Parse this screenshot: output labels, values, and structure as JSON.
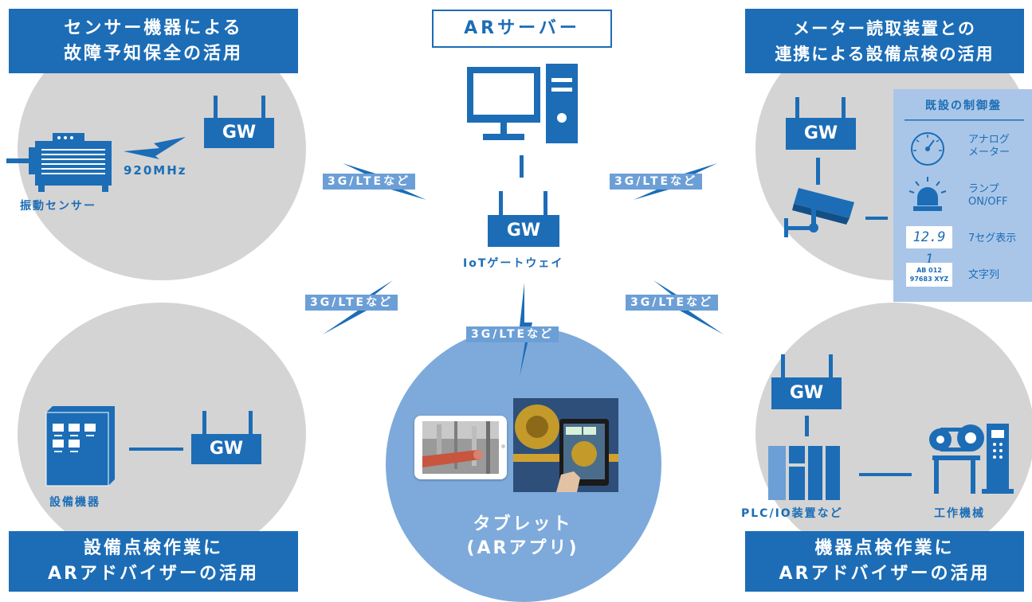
{
  "server": {
    "title": "ARサーバー"
  },
  "center_gateway": {
    "gw": "GW",
    "label": "IoTゲートウェイ"
  },
  "network_label": "3G/LTEなど",
  "top_left": {
    "banner_line1": "センサー機器による",
    "banner_line2": "故障予知保全の活用",
    "sensor_label": "振動センサー",
    "frequency": "920MHz",
    "gw": "GW"
  },
  "top_right": {
    "banner_line1": "メーター読取装置との",
    "banner_line2": "連携による設備点検の活用",
    "gw": "GW",
    "panel": {
      "title": "既設の制御盤",
      "items": [
        {
          "label": "アナログ\nメーター",
          "icon": "gauge-icon"
        },
        {
          "label": "ランプ\nON/OFF",
          "icon": "lamp-icon"
        },
        {
          "label": "7セグ表示",
          "display": "12.9 1"
        },
        {
          "label": "文字列",
          "display_line1": "AB 012",
          "display_line2": "97683 XYZ"
        }
      ]
    }
  },
  "bottom_left": {
    "banner_line1": "設備点検作業に",
    "banner_line2": "ARアドバイザーの活用",
    "equipment_label": "設備機器",
    "gw": "GW"
  },
  "center_bottom": {
    "label_line1": "タブレット",
    "label_line2": "(ARアプリ)"
  },
  "bottom_right": {
    "banner_line1": "機器点検作業に",
    "banner_line2": "ARアドバイザーの活用",
    "gw": "GW",
    "plc_label": "PLC/IO装置など",
    "machine_label": "工作機械"
  },
  "colors": {
    "primary": "#1c6db6",
    "light": "#6c9fd6",
    "gray": "#d4d4d4",
    "panel": "#a9c6e8"
  }
}
